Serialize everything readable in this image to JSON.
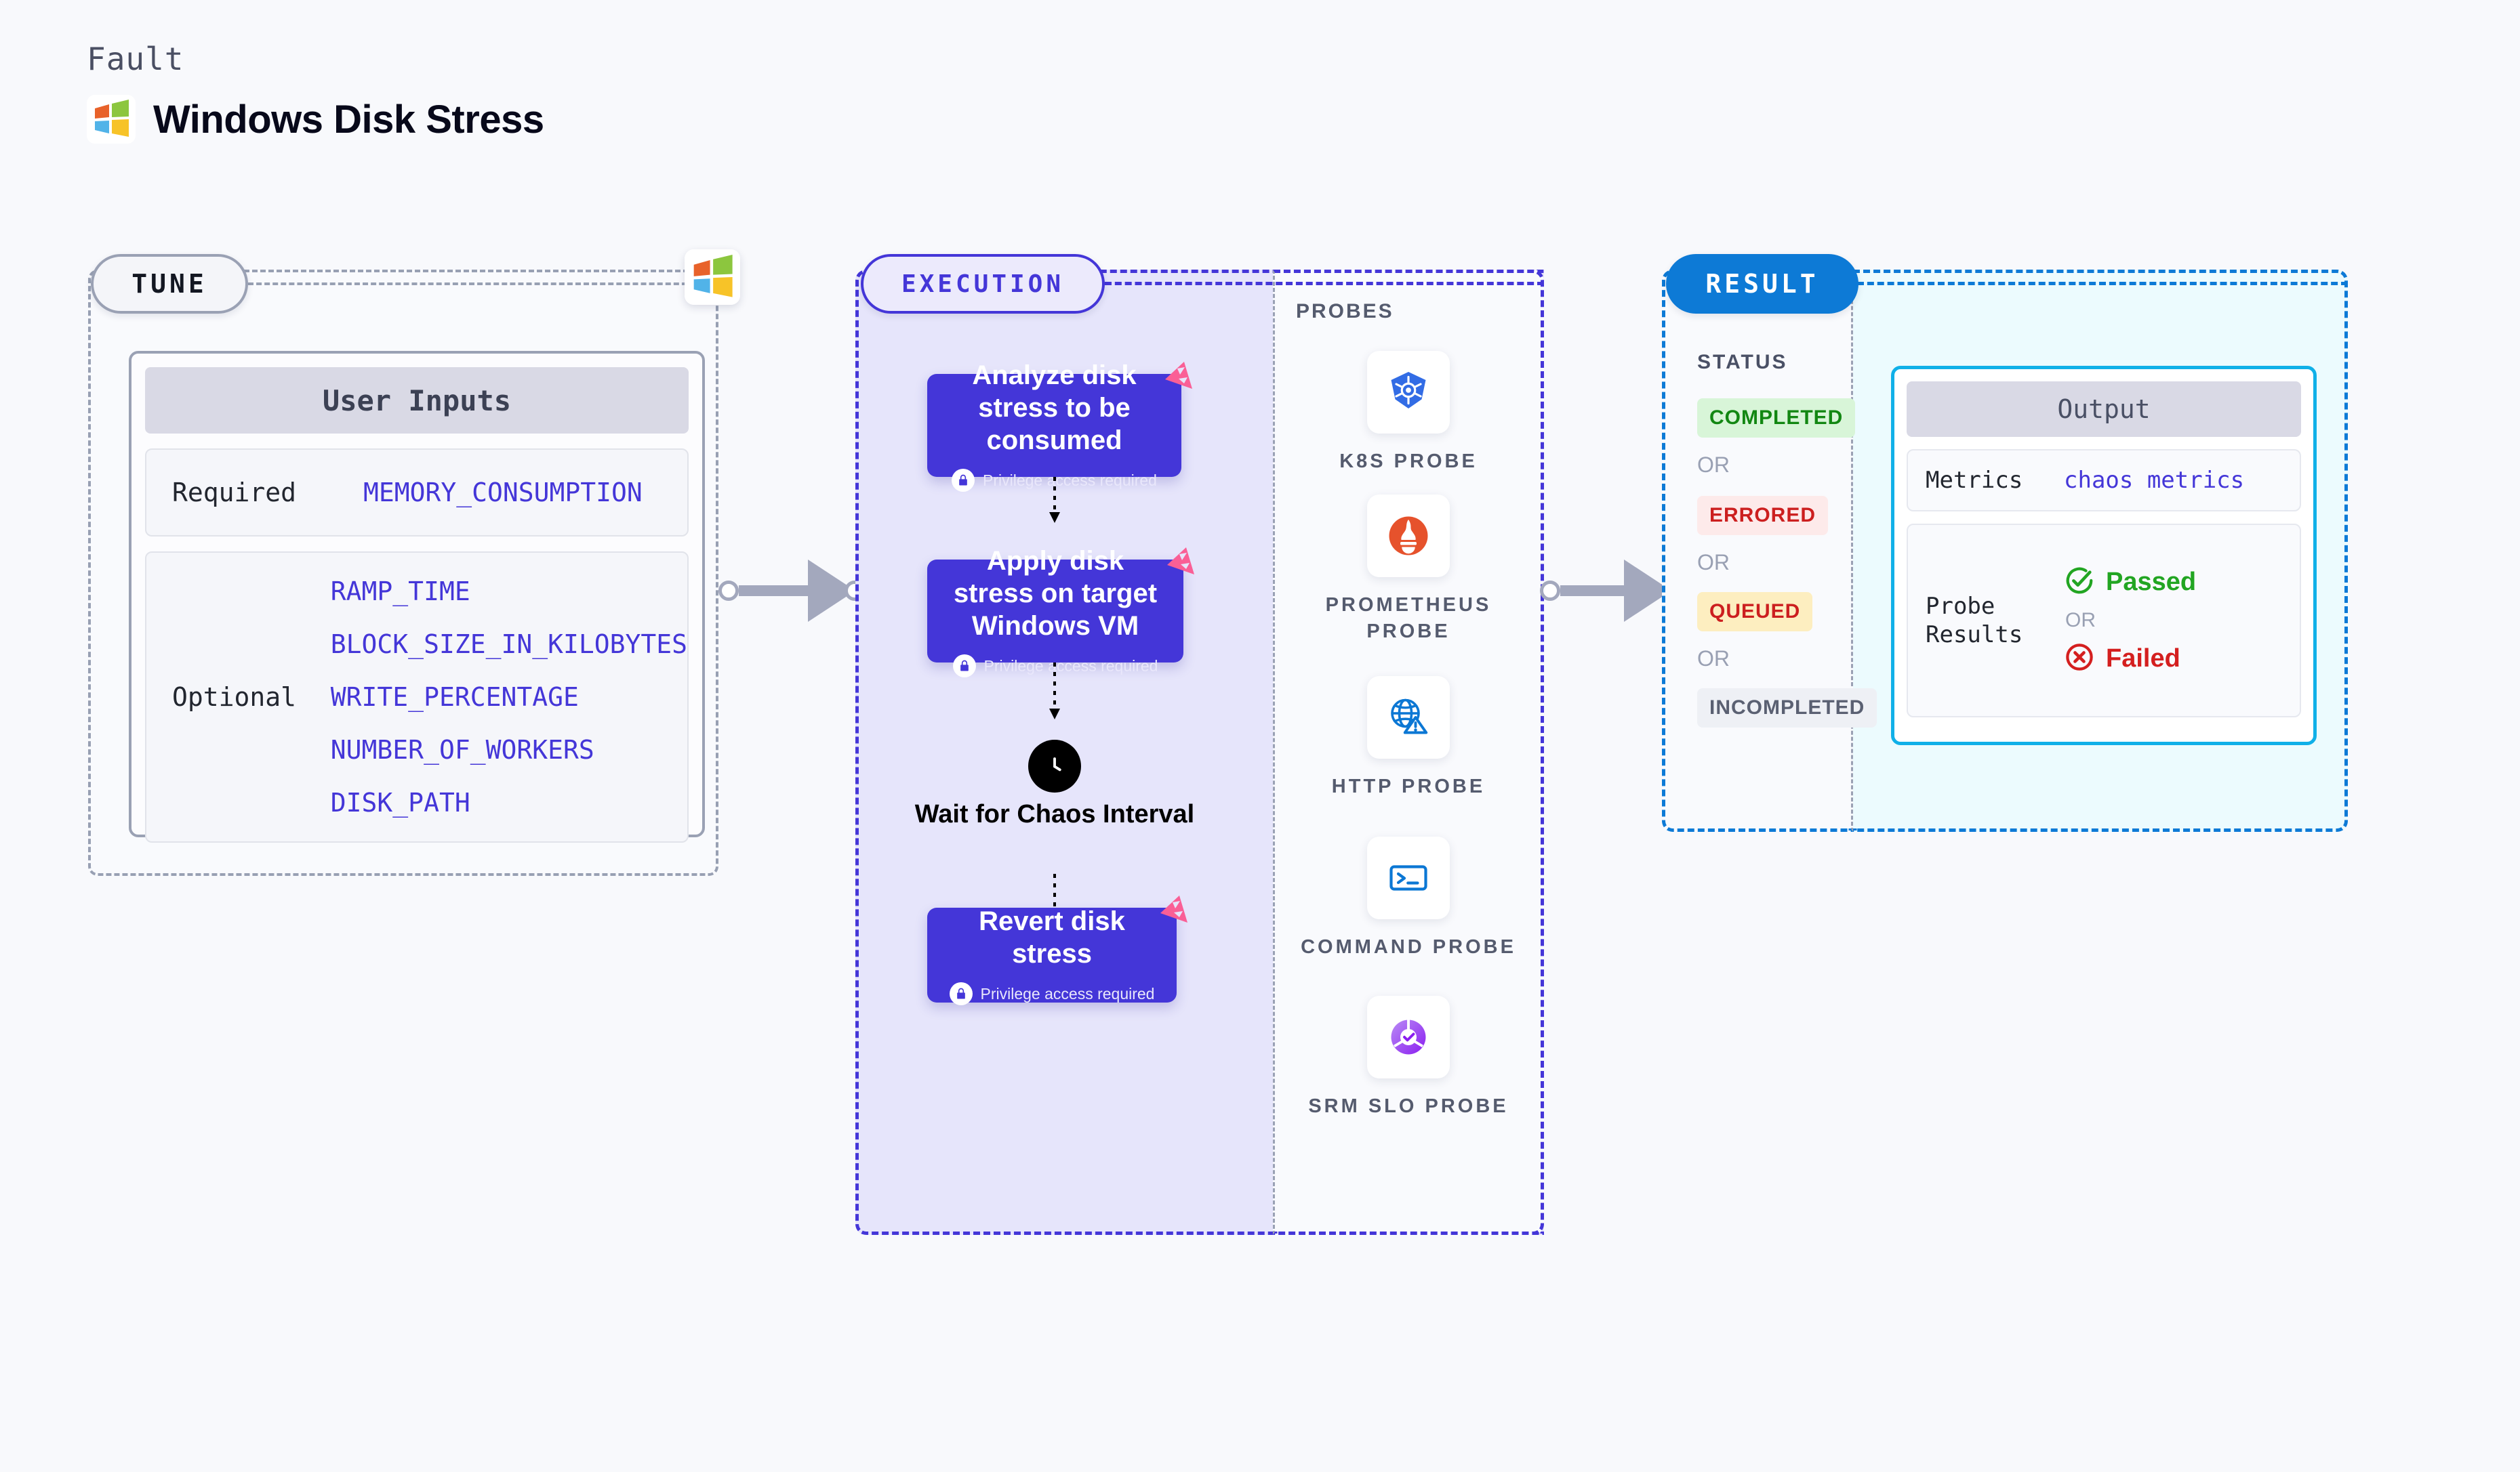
{
  "header": {
    "kicker": "Fault",
    "title": "Windows Disk Stress",
    "logo_icon": "windows-logo-icon"
  },
  "tune": {
    "pill_label": "TUNE",
    "logo_icon": "windows-logo-icon",
    "card_title": "User Inputs",
    "rows": [
      {
        "label": "Required",
        "values": [
          "MEMORY_CONSUMPTION"
        ]
      },
      {
        "label": "Optional",
        "values": [
          "RAMP_TIME",
          "BLOCK_SIZE_IN_KILOBYTES",
          "WRITE_PERCENTAGE",
          "NUMBER_OF_WORKERS",
          "DISK_PATH"
        ]
      }
    ]
  },
  "execution": {
    "pill_label": "EXECUTION",
    "privilege_text": "Privilege access required",
    "steps": [
      {
        "title": "Analyze disk stress to be consumed",
        "privilege": "Privilege access required",
        "badge_icon": "harness-badge-icon",
        "lock_icon": "lock-icon"
      },
      {
        "title": "Apply disk stress on target Windows VM",
        "privilege": "Privilege access required",
        "badge_icon": "harness-badge-icon",
        "lock_icon": "lock-icon"
      },
      {
        "title": "Revert disk stress",
        "privilege": "Privilege access required",
        "badge_icon": "harness-badge-icon",
        "lock_icon": "lock-icon"
      }
    ],
    "wait_node": {
      "label": "Wait for Chaos Interval",
      "icon": "clock-icon"
    }
  },
  "probes": {
    "section_label": "PROBES",
    "items": [
      {
        "label": "K8S PROBE",
        "icon": "kubernetes-icon"
      },
      {
        "label": "PROMETHEUS PROBE",
        "icon": "prometheus-icon"
      },
      {
        "label": "HTTP PROBE",
        "icon": "http-globe-warning-icon"
      },
      {
        "label": "COMMAND PROBE",
        "icon": "terminal-icon"
      },
      {
        "label": "SRM SLO PROBE",
        "icon": "srm-slo-donut-icon"
      }
    ]
  },
  "result": {
    "pill_label": "RESULT",
    "status_label": "STATUS",
    "or_label": "OR",
    "statuses": [
      {
        "text": "COMPLETED",
        "bg": "#d8f5d8",
        "fg": "#128712"
      },
      {
        "text": "ERRORED",
        "bg": "#fdeaea",
        "fg": "#cc1f1f"
      },
      {
        "text": "QUEUED",
        "bg": "#fdeec0",
        "fg": "#cc1f1f"
      },
      {
        "text": "INCOMPLETED",
        "bg": "#eef0f5",
        "fg": "#5a6072"
      }
    ]
  },
  "output": {
    "card_title": "Output",
    "metrics_label": "Metrics",
    "metrics_value": "chaos metrics",
    "probe_results_label": "Probe Results",
    "or_label": "OR",
    "passed": {
      "text": "Passed",
      "color": "#22a522",
      "icon": "check-circle-icon"
    },
    "failed": {
      "text": "Failed",
      "color": "#d41f1f",
      "icon": "x-circle-icon"
    }
  },
  "colors": {
    "background": "#f8f9fc",
    "tune_border": "#98a0b3",
    "execution_accent": "#4436d8",
    "result_accent": "#0d7ad6",
    "output_border": "#10b0e8",
    "badge_pink": "#fa5f96"
  }
}
